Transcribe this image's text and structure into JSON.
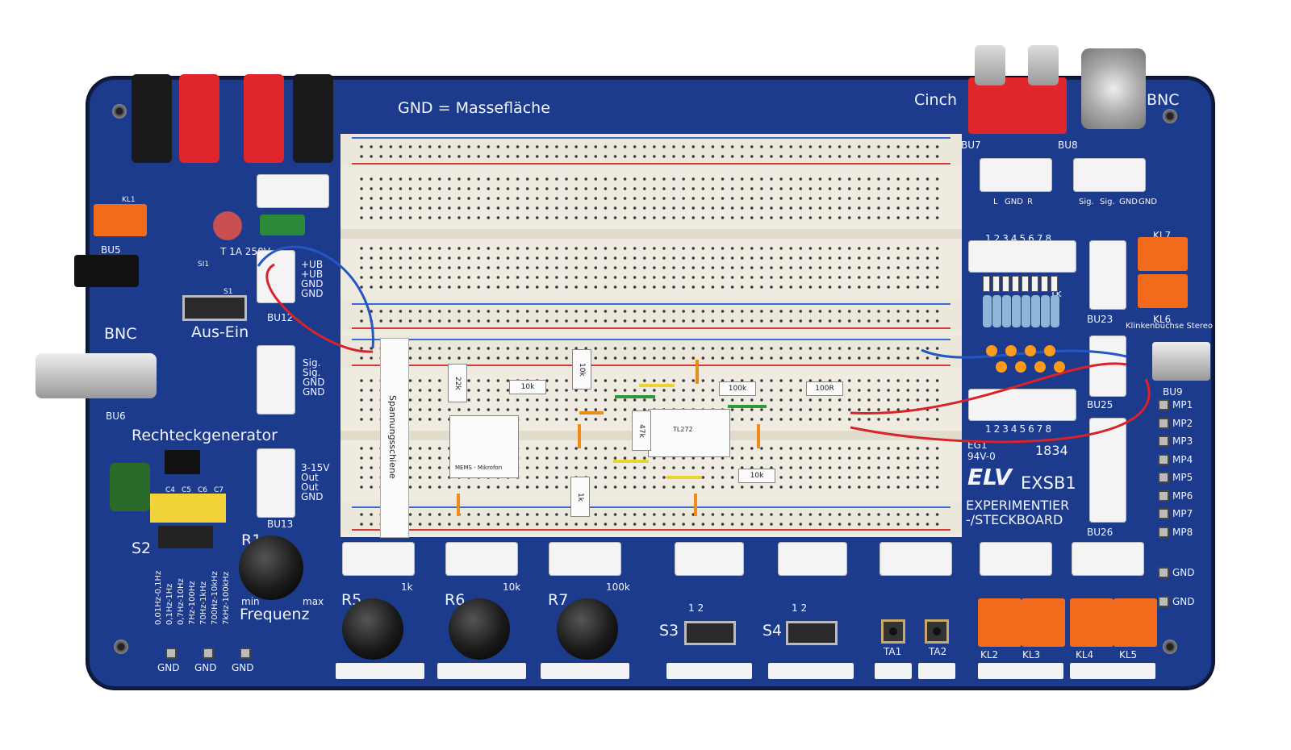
{
  "board": {
    "title_gnd": "GND = Massefläche",
    "cinch_label": "Cinch",
    "bnc_top_label": "BNC",
    "bnc_left_label": "BNC",
    "aus_ein": "Aus-Ein",
    "rechteck": "Rechteckgenerator",
    "frequenz": "Frequenz",
    "min": "min",
    "max": "max",
    "brand": "ELV",
    "model": "EXSB1",
    "sub1": "EXPERIMENTIER",
    "sub2": "-/STECKBOARD",
    "fuse": "T 1A 250V",
    "eg": "EG1",
    "rating": "94V-0",
    "date_code": "1834",
    "spannung": "Spannungsschiene",
    "klinke": "Klinkenbuchse Stereo",
    "mems": "MEMS - Mikrofon",
    "numbers_top": "12345678",
    "numbers_bottom": "12345678",
    "onek": "1k"
  },
  "labels": {
    "bu5": "BU5",
    "bu6": "BU6",
    "bu7": "BU7",
    "bu8": "BU8",
    "bu9": "BU9",
    "bu12": "BU12",
    "bu13": "BU13",
    "bu23": "BU23",
    "bu25": "BU25",
    "bu26": "BU26",
    "kl1": "KL1",
    "kl2": "KL2",
    "kl3": "KL3",
    "kl4": "KL4",
    "kl5": "KL5",
    "kl6": "KL6",
    "kl7": "KL7",
    "s1": "S1",
    "si1": "SI1",
    "s2": "S2",
    "s3": "S3",
    "s4": "S4",
    "r1": "R1",
    "r5": "R5",
    "r6": "R6",
    "r7": "R7",
    "ta1": "TA1",
    "ta2": "TA2",
    "r5val": "1k",
    "r6val": "10k",
    "r7val": "100k",
    "ub1": "+UB",
    "ub2": "+UB",
    "gnd1": "GND",
    "gnd2": "GND",
    "sig1": "Sig.",
    "sig2": "Sig.",
    "gnd3": "GND",
    "gnd4": "GND",
    "out1": "3-15V",
    "out2": "Out",
    "out3": "Out",
    "gnd5": "GND",
    "cinch_l": "L",
    "cinch_gnd": "GND",
    "cinch_r": "R",
    "bnc_sig": "Sig.",
    "bnc_sig2": "Sig.",
    "bnc_gnd": "GND",
    "bnc_gnd2": "GND",
    "c4": "C4",
    "c5": "C5",
    "c6": "C6",
    "c7": "C7",
    "gnd_bottom": [
      "GND",
      "GND",
      "GND"
    ],
    "gnd_right": [
      "GND",
      "GND"
    ],
    "mp": [
      "MP1",
      "MP2",
      "MP3",
      "MP4",
      "MP5",
      "MP6",
      "MP7",
      "MP8"
    ],
    "freq_ranges": [
      "0,01Hz-0,1Hz",
      "0,1Hz-1Hz",
      "0,7Hz-10Hz",
      "7Hz-100Hz",
      "70Hz-1kHz",
      "700Hz-10kHz",
      "7kHz-100kHz"
    ],
    "s3_pins": "1 2",
    "s4_pins": "1 2",
    "resistor_values": [
      "22k",
      "10k",
      "10k",
      "100k",
      "100R",
      "47k",
      "1k",
      "10k"
    ],
    "ic_label": "TL272"
  },
  "colors": {
    "board": "#1c3b8c",
    "breadboard": "#f0ebe0",
    "jack_red": "#e0262a",
    "jack_black": "#1a1a1a",
    "terminal": "#f26b1d",
    "wire_red": "#d8232a",
    "wire_blue": "#2457c4"
  }
}
